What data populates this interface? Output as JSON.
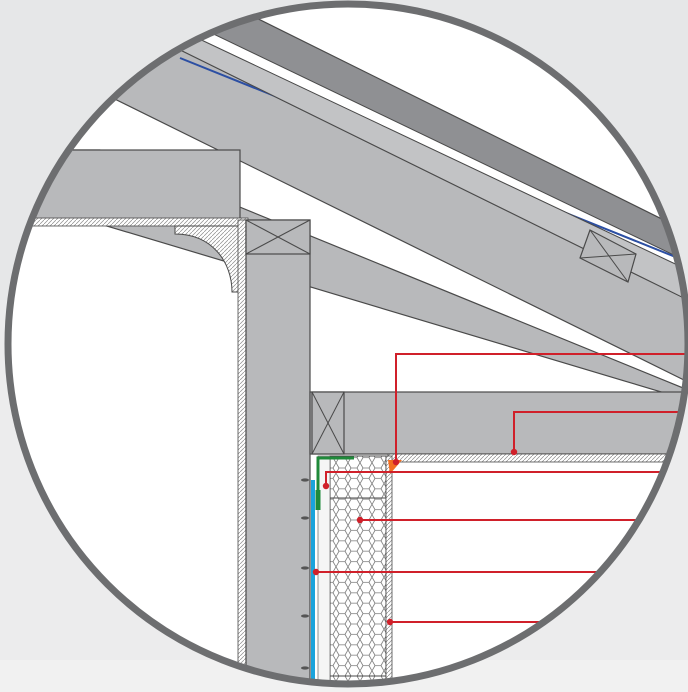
{
  "diagram": {
    "kind": "roof-wall junction detail (section, magnified circle)",
    "colors": {
      "page_bg_top": "#e6e7e8",
      "page_bg_bottom": "#f1f1f1",
      "circle_border": "#6d6e70",
      "timber_fill": "#b8b9bb",
      "timber_edge": "#4a4a4a",
      "membrane_blue": "#2c4fa3",
      "vapour_layer_cyan": "#1aa3dc",
      "trim_green": "#1f8a3a",
      "sealant_orange": "#f36f21",
      "leader_red": "#d0202a"
    },
    "icons": [
      "crossed-timber-block-icon",
      "insulation-honeycomb-pattern",
      "plasterboard-hatch-pattern"
    ],
    "callout_count": 6
  }
}
